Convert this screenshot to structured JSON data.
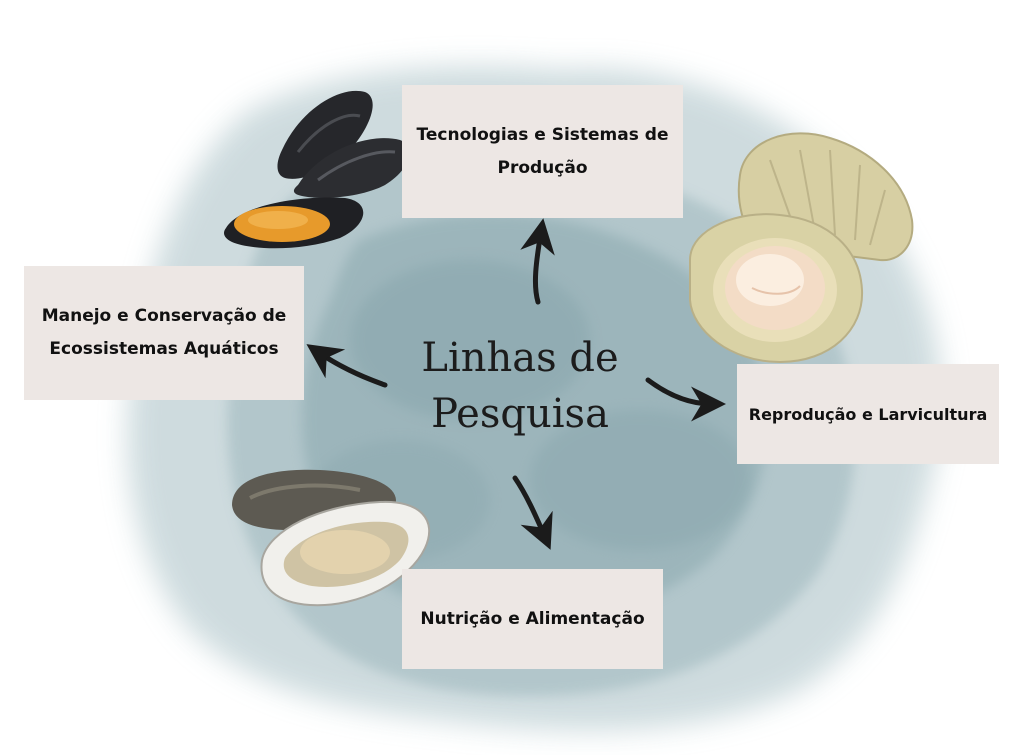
{
  "center": {
    "title_line1": "Linhas de",
    "title_line2": "Pesquisa"
  },
  "topics": {
    "top": {
      "line1": "Tecnologias e Sistemas de",
      "line2": "Produção"
    },
    "left": {
      "line1": "Manejo e Conservação de",
      "line2": "Ecossistemas Aquáticos"
    },
    "right": {
      "line1": "Reprodução e Larvicultura"
    },
    "bottom": {
      "line1": "Nutrição e Alimentação"
    }
  },
  "illustrations": {
    "mussel": "mussel-illustration",
    "scallop": "scallop-illustration",
    "oyster": "oyster-illustration"
  },
  "colors": {
    "watercolor": "#7f9ea5",
    "box_fill": "#ede7e4",
    "text": "#111111",
    "arrow": "#1b1b1b"
  }
}
